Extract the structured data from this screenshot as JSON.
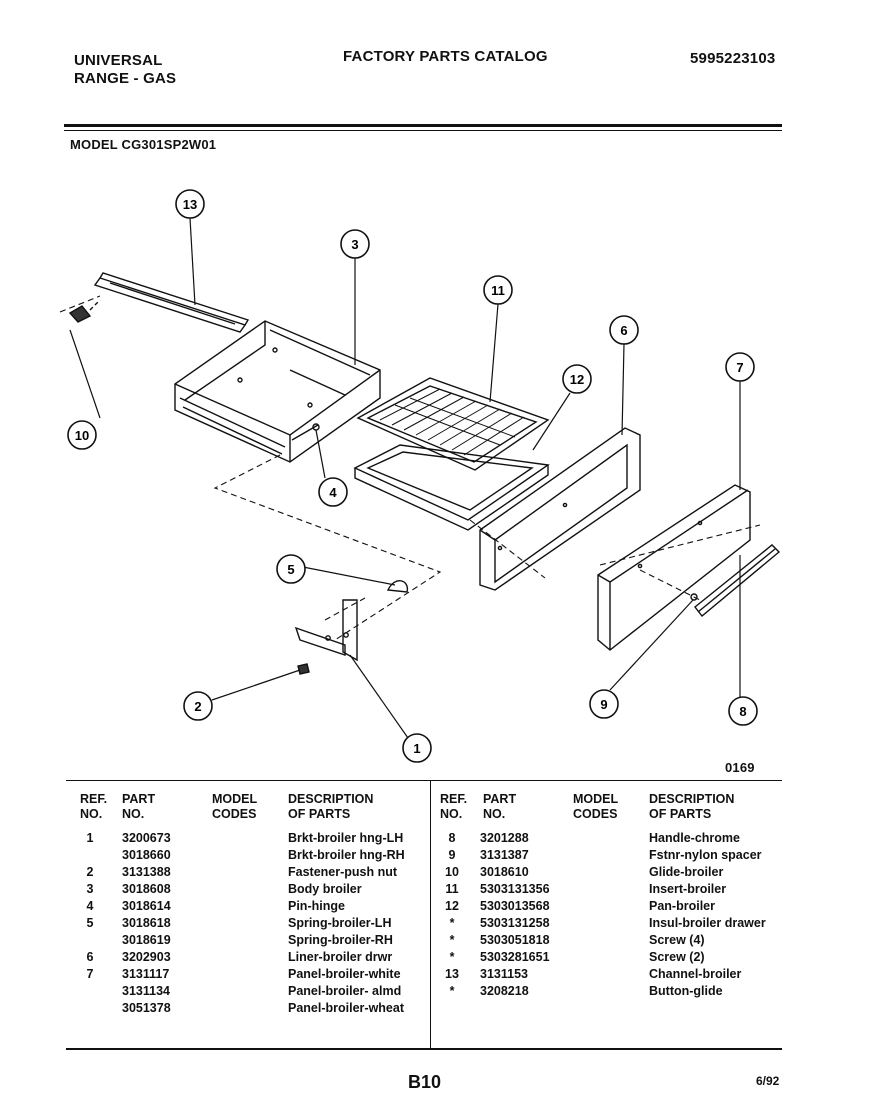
{
  "header": {
    "brand_line1": "UNIVERSAL",
    "brand_line2": "RANGE - GAS",
    "title": "FACTORY PARTS CATALOG",
    "catalog_number": "5995223103",
    "model": "MODEL CG301SP2W01"
  },
  "diagram": {
    "callouts": [
      "13",
      "3",
      "11",
      "6",
      "12",
      "7",
      "10",
      "4",
      "5",
      "2",
      "1",
      "9",
      "8"
    ],
    "figure_number": "0169"
  },
  "table": {
    "headers": {
      "ref": "REF.\nNO.",
      "part": "PART\nNO.",
      "model": "MODEL\nCODES",
      "desc": "DESCRIPTION\nOF PARTS"
    },
    "left_rows": [
      {
        "ref": "1",
        "part": "3200673",
        "desc": "Brkt-broiler hng-LH"
      },
      {
        "ref": "",
        "part": "3018660",
        "desc": "Brkt-broiler hng-RH"
      },
      {
        "ref": "2",
        "part": "3131388",
        "desc": "Fastener-push nut"
      },
      {
        "ref": "3",
        "part": "3018608",
        "desc": "Body broiler"
      },
      {
        "ref": "4",
        "part": "3018614",
        "desc": "Pin-hinge"
      },
      {
        "ref": "5",
        "part": "3018618",
        "desc": "Spring-broiler-LH"
      },
      {
        "ref": "",
        "part": "3018619",
        "desc": "Spring-broiler-RH"
      },
      {
        "ref": "6",
        "part": "3202903",
        "desc": "Liner-broiler drwr"
      },
      {
        "ref": "7",
        "part": "3131117",
        "desc": "Panel-broiler-white"
      },
      {
        "ref": "",
        "part": "3131134",
        "desc": "Panel-broiler- almd"
      },
      {
        "ref": "",
        "part": "3051378",
        "desc": "Panel-broiler-wheat"
      }
    ],
    "right_rows": [
      {
        "ref": "8",
        "part": "3201288",
        "desc": "Handle-chrome"
      },
      {
        "ref": "9",
        "part": "3131387",
        "desc": "Fstnr-nylon spacer"
      },
      {
        "ref": "10",
        "part": "3018610",
        "desc": "Glide-broiler"
      },
      {
        "ref": "11",
        "part": "5303131356",
        "desc": "Insert-broiler"
      },
      {
        "ref": "12",
        "part": "5303013568",
        "desc": "Pan-broiler"
      },
      {
        "ref": "*",
        "part": "5303131258",
        "desc": "Insul-broiler drawer"
      },
      {
        "ref": "*",
        "part": "5303051818",
        "desc": "Screw (4)"
      },
      {
        "ref": "*",
        "part": "5303281651",
        "desc": "Screw (2)"
      },
      {
        "ref": "13",
        "part": "3131153",
        "desc": "Channel-broiler"
      },
      {
        "ref": "*",
        "part": "3208218",
        "desc": "Button-glide"
      }
    ]
  },
  "footer": {
    "page": "B10",
    "date": "6/92"
  }
}
